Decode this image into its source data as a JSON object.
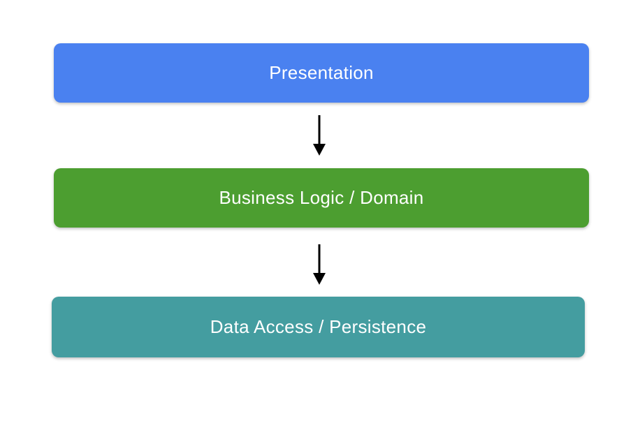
{
  "diagram": {
    "background_color": "#ffffff",
    "arrow_color": "#000000",
    "text_color": "#ffffff",
    "layers": [
      {
        "label": "Presentation",
        "color": "#4a81f0"
      },
      {
        "label": "Business Logic / Domain",
        "color": "#4c9e30"
      },
      {
        "label": "Data Access / Persistence",
        "color": "#449da0"
      }
    ],
    "arrows": [
      {
        "from": "Presentation",
        "to": "Business Logic / Domain",
        "direction": "down"
      },
      {
        "from": "Business Logic / Domain",
        "to": "Data Access / Persistence",
        "direction": "down"
      }
    ]
  }
}
